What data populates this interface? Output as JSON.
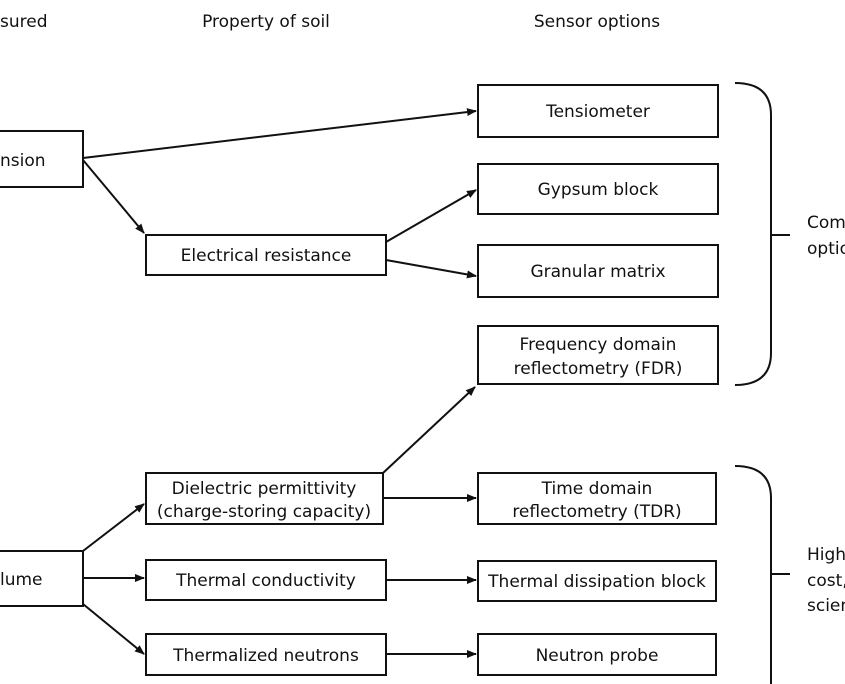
{
  "headers": {
    "measured": "sured",
    "property": "Property of soil",
    "sensor": "Sensor options"
  },
  "left": {
    "tension": "nsion",
    "volume": "lume"
  },
  "property": {
    "electrical": "Electrical resistance",
    "dielectric_1": "Dielectric permittivity",
    "dielectric_2": "(charge-storing capacity)",
    "thermal_cond": "Thermal conductivity",
    "neutrons": "Thermalized neutrons"
  },
  "sensors": {
    "tensiometer": "Tensiometer",
    "gypsum": "Gypsum block",
    "granular": "Granular matrix",
    "fdr_1": "Frequency domain",
    "fdr_2": "reflectometry (FDR)",
    "tdr_1": "Time domain",
    "tdr_2": "reflectometry (TDR)",
    "thermal_diss": "Thermal dissipation block",
    "neutron_probe": "Neutron probe"
  },
  "groups": {
    "common_1": "Com",
    "common_2": "optio",
    "high_1": "High",
    "high_2": "cost,",
    "high_3": "scien"
  }
}
